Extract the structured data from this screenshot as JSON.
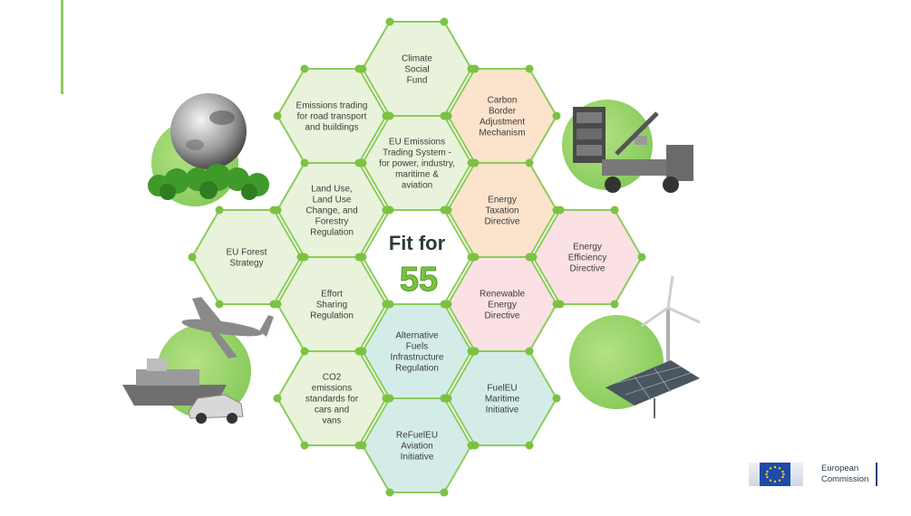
{
  "center": {
    "line1": "Fit for",
    "line2": "55"
  },
  "hexagons": [
    {
      "id": "climate-social-fund",
      "lines": [
        "Climate",
        "Social",
        "Fund"
      ],
      "fill": "#e9f3dc"
    },
    {
      "id": "emissions-trading-road",
      "lines": [
        "Emissions trading",
        "for road transport",
        "and buildings"
      ],
      "fill": "#e9f3dc"
    },
    {
      "id": "carbon-border",
      "lines": [
        "Carbon",
        "Border",
        "Adjustment",
        "Mechanism"
      ],
      "fill": "#fbe3cc"
    },
    {
      "id": "eu-ets",
      "lines": [
        "EU Emissions",
        "Trading System -",
        "for power, industry,",
        "maritime &",
        "aviation"
      ],
      "fill": "#e9f3dc"
    },
    {
      "id": "land-use",
      "lines": [
        "Land Use,",
        "Land Use",
        "Change, and",
        "Forestry",
        "Regulation"
      ],
      "fill": "#e9f3dc"
    },
    {
      "id": "energy-taxation",
      "lines": [
        "Energy",
        "Taxation",
        "Directive"
      ],
      "fill": "#fbe3cc"
    },
    {
      "id": "eu-forest",
      "lines": [
        "EU Forest",
        "Strategy"
      ],
      "fill": "#e9f3dc"
    },
    {
      "id": "fit-for-55",
      "lines": [],
      "fill": "#ffffff"
    },
    {
      "id": "energy-efficiency",
      "lines": [
        "Energy",
        "Efficiency",
        "Directive"
      ],
      "fill": "#fbe0e4"
    },
    {
      "id": "effort-sharing",
      "lines": [
        "Effort",
        "Sharing",
        "Regulation"
      ],
      "fill": "#e9f3dc"
    },
    {
      "id": "renewable-energy",
      "lines": [
        "Renewable",
        "Energy",
        "Directive"
      ],
      "fill": "#fbe0e4"
    },
    {
      "id": "alternative-fuels",
      "lines": [
        "Alternative",
        "Fuels",
        "Infrastructure",
        "Regulation"
      ],
      "fill": "#d4ece8"
    },
    {
      "id": "co2-standards",
      "lines": [
        "CO2",
        "emissions",
        "standards for",
        "cars and",
        "vans"
      ],
      "fill": "#e9f3dc"
    },
    {
      "id": "fueleu-maritime",
      "lines": [
        "FuelEU",
        "Maritime",
        "Initiative"
      ],
      "fill": "#d4ece8"
    },
    {
      "id": "refueleu-aviation",
      "lines": [
        "ReFuelEU",
        "Aviation",
        "Initiative"
      ],
      "fill": "#d4ece8"
    }
  ],
  "colors": {
    "hex_stroke": "#8ccc5a",
    "node": "#7cc242",
    "accent": "#8ccc5a"
  },
  "illustrations": [
    {
      "name": "globe-forest-illustration"
    },
    {
      "name": "container-crane-illustration"
    },
    {
      "name": "airplane-ship-car-illustration"
    },
    {
      "name": "wind-solar-illustration"
    }
  ],
  "logo": {
    "line1": "European",
    "line2": "Commission"
  }
}
